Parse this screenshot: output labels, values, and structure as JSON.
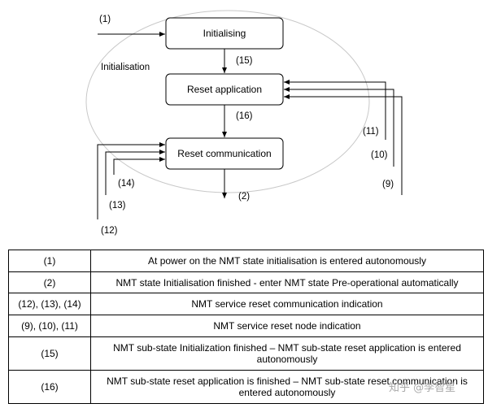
{
  "diagram": {
    "region_label": "Initialisation",
    "states": {
      "initialising": "Initialising",
      "reset_application": "Reset application",
      "reset_communication": "Reset communication"
    },
    "transitions": {
      "t1": "(1)",
      "t2": "(2)",
      "t9": "(9)",
      "t10": "(10)",
      "t11": "(11)",
      "t12": "(12)",
      "t13": "(13)",
      "t14": "(14)",
      "t15": "(15)",
      "t16": "(16)"
    }
  },
  "legend": {
    "rows": [
      {
        "key": "(1)",
        "text": "At power on the NMT state initialisation is entered autonomously"
      },
      {
        "key": "(2)",
        "text": "NMT state Initialisation finished - enter NMT state Pre-operational automatically"
      },
      {
        "key": "(12), (13), (14)",
        "text": "NMT service reset communication indication"
      },
      {
        "key": "(9), (10), (11)",
        "text": "NMT service reset node indication"
      },
      {
        "key": "(15)",
        "text": "NMT sub-state Initialization finished – NMT sub-state reset application is entered autonomously"
      },
      {
        "key": "(16)",
        "text": "NMT sub-state reset application is finished – NMT sub-state reset communication is entered autonomously"
      }
    ]
  },
  "watermark": "知乎 @李智星"
}
